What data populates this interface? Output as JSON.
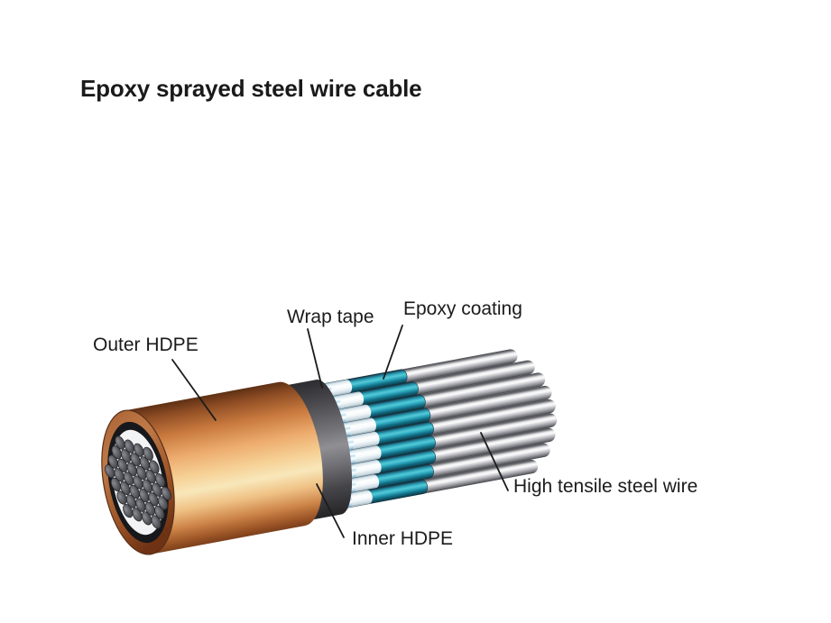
{
  "title": "Epoxy sprayed steel wire cable",
  "labels": {
    "outer_hdpe": "Outer HDPE",
    "wrap_tape": "Wrap tape",
    "epoxy_coating": "Epoxy coating",
    "inner_hdpe": "Inner HDPE",
    "high_tensile": "High tensile steel wire"
  },
  "colors": {
    "background": "#ffffff",
    "text": "#1b1b1b",
    "outer_hdpe_copper": "#e09a5e",
    "outer_hdpe_highlight": "#f8e7ba",
    "inner_hdpe_gray": "#59595e",
    "wrap_tape_white": "#ffffff",
    "wrap_tape_stripe": "#cde9f4",
    "epoxy_coating_teal": "#2fabc0",
    "steel_wire_silver": "#d9d9dd",
    "wire_cross_section": "#5a5b61"
  }
}
